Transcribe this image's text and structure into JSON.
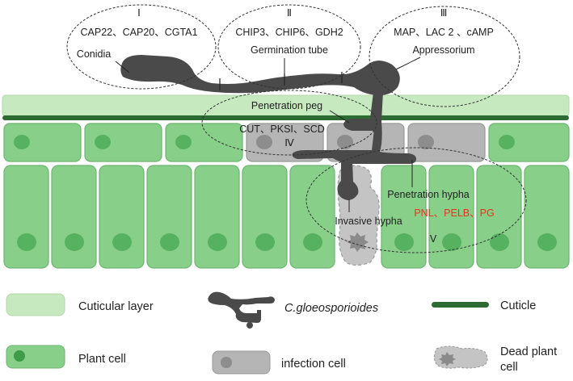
{
  "colors": {
    "cuticular_layer": "#c7e9c0",
    "cuticle": "#2e6b33",
    "plant_cell": "#88cf8a",
    "plant_cell_nucleus": "#55b25f",
    "infection_cell": "#b5b5b5",
    "infection_nucleus": "#8d8d8d",
    "fungus": "#4a4a4a",
    "dead_cell": "#c4c4c4",
    "highlight_genes": "#e8341c"
  },
  "stages": {
    "s1": {
      "numeral": "Ⅰ",
      "genes": "CAP22、CAP20、CGTA1",
      "structure": "Conidia"
    },
    "s2": {
      "numeral": "Ⅱ",
      "genes": "CHIP3、CHIP6、GDH2",
      "structure": "Germination tube"
    },
    "s3": {
      "numeral": "Ⅲ",
      "genes": "MAP、LAC 2 、cAMP",
      "structure": "Appressorium"
    },
    "s4": {
      "numeral": "Ⅳ",
      "genes": "CUT、PKSI、SCD",
      "structure": "Penetration peg"
    },
    "s5": {
      "numeral": "V",
      "genes": "PNL、PELB、PG",
      "structure": "Penetration hypha"
    },
    "invasive": "Invasive hypha"
  },
  "legend": {
    "cuticular_layer": "Cuticular layer",
    "pathogen": "C.gloeosporioides",
    "cuticle": "Cuticle",
    "plant_cell": "Plant cell",
    "infection_cell": "infection cell",
    "dead_cell_line1": "Dead plant",
    "dead_cell_line2": "cell"
  }
}
